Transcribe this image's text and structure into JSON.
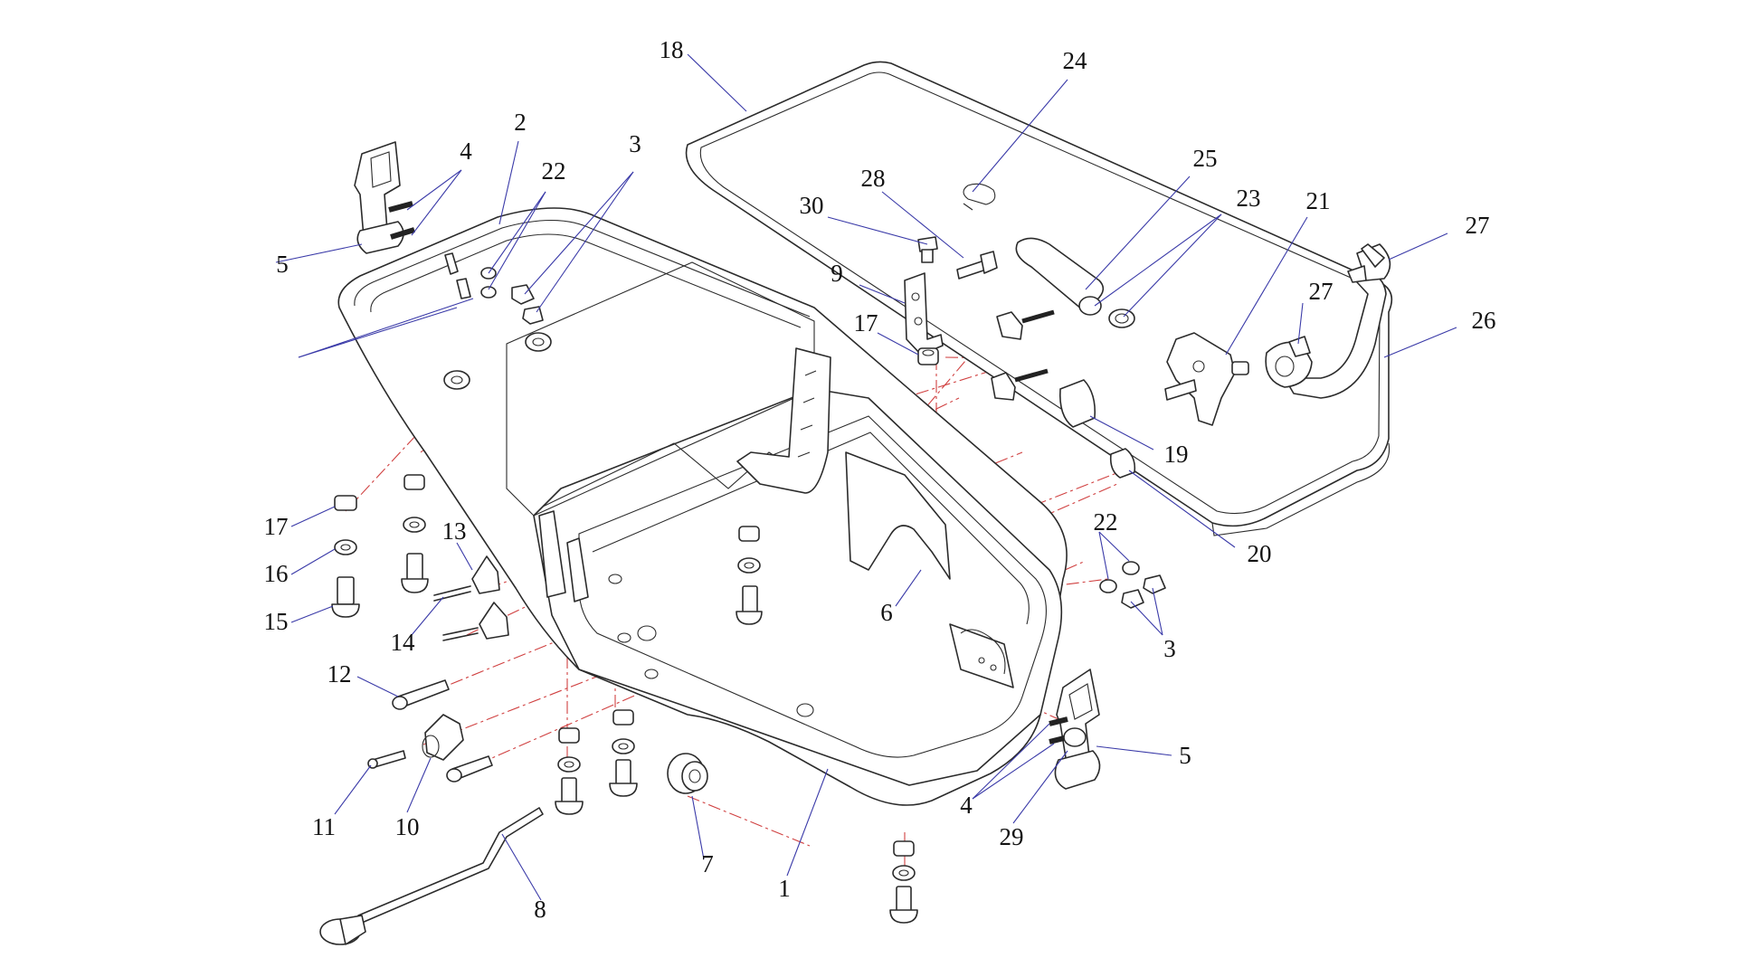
{
  "diagram": {
    "type": "exploded-parts-diagram",
    "accent_colors": {
      "leader": "#3a3aa8",
      "centerline": "#d04040",
      "linework": "#2b2b2b"
    },
    "callouts": [
      {
        "id": "c18",
        "label": "18"
      },
      {
        "id": "c24",
        "label": "24"
      },
      {
        "id": "c2",
        "label": "2"
      },
      {
        "id": "c4a",
        "label": "4"
      },
      {
        "id": "c22a",
        "label": "22"
      },
      {
        "id": "c3a",
        "label": "3"
      },
      {
        "id": "c28",
        "label": "28"
      },
      {
        "id": "c30",
        "label": "30"
      },
      {
        "id": "c25",
        "label": "25"
      },
      {
        "id": "c23",
        "label": "23"
      },
      {
        "id": "c21",
        "label": "21"
      },
      {
        "id": "c27a",
        "label": "27"
      },
      {
        "id": "c27b",
        "label": "27"
      },
      {
        "id": "c26",
        "label": "26"
      },
      {
        "id": "c5a",
        "label": "5"
      },
      {
        "id": "c9",
        "label": "9"
      },
      {
        "id": "c17a",
        "label": "17"
      },
      {
        "id": "c19",
        "label": "19"
      },
      {
        "id": "c20",
        "label": "20"
      },
      {
        "id": "c22b",
        "label": "22"
      },
      {
        "id": "c3b",
        "label": "3"
      },
      {
        "id": "c6",
        "label": "6"
      },
      {
        "id": "c17b",
        "label": "17"
      },
      {
        "id": "c16",
        "label": "16"
      },
      {
        "id": "c15",
        "label": "15"
      },
      {
        "id": "c13",
        "label": "13"
      },
      {
        "id": "c14",
        "label": "14"
      },
      {
        "id": "c12",
        "label": "12"
      },
      {
        "id": "c11",
        "label": "11"
      },
      {
        "id": "c10",
        "label": "10"
      },
      {
        "id": "c7",
        "label": "7"
      },
      {
        "id": "c1",
        "label": "1"
      },
      {
        "id": "c8",
        "label": "8"
      },
      {
        "id": "c4b",
        "label": "4"
      },
      {
        "id": "c29",
        "label": "29"
      },
      {
        "id": "c5b",
        "label": "5"
      }
    ]
  }
}
